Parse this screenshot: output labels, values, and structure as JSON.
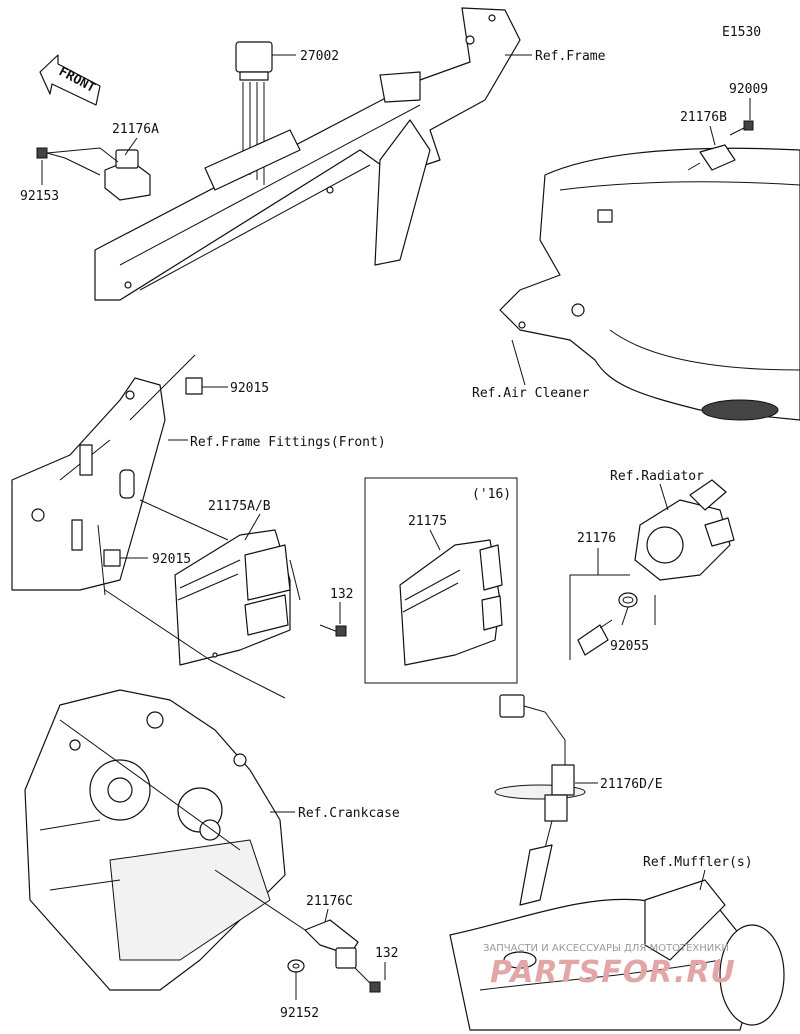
{
  "diagram": {
    "code": "E1530",
    "front_label": "FRONT",
    "year_note": "('16)"
  },
  "part_labels": {
    "p27002": "27002",
    "p21176A": "21176A",
    "p92153": "92153",
    "p21176B": "21176B",
    "p92009": "92009",
    "p92015_top": "92015",
    "p92015_bot": "92015",
    "p21175AB": "21175A/B",
    "p132_mid": "132",
    "p21175": "21175",
    "p21176": "21176",
    "p92055": "92055",
    "p21176DE": "21176D/E",
    "p21176C": "21176C",
    "p132_bot": "132",
    "p92152": "92152"
  },
  "ref_labels": {
    "frame": "Ref.Frame",
    "air_cleaner": "Ref.Air Cleaner",
    "frame_fittings": "Ref.Frame Fittings(Front)",
    "radiator": "Ref.Radiator",
    "crankcase": "Ref.Crankcase",
    "muffler": "Ref.Muffler(s)"
  },
  "watermark": {
    "line1": "ЗАПЧАСТИ И АКСЕССУАРЫ ДЛЯ МОТОТЕХНИКИ",
    "line2": "PARTSFOR.RU"
  }
}
